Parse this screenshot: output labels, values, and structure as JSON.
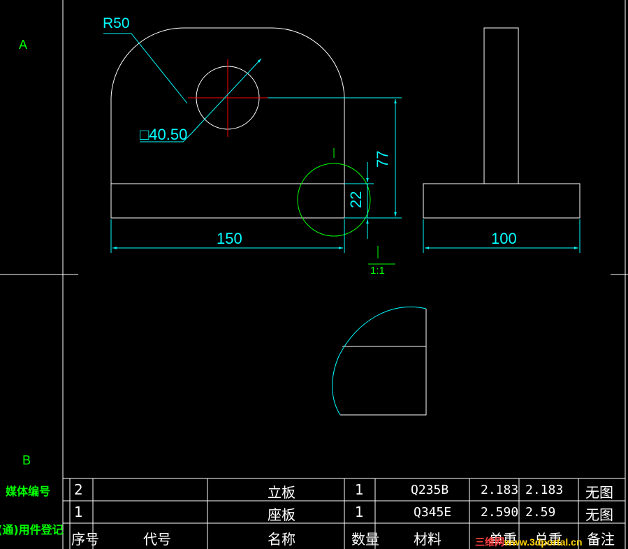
{
  "zones": {
    "a": "A",
    "b": "B"
  },
  "side_labels": {
    "media_no": "媒体编号",
    "register": "(通)用件登记"
  },
  "dims": {
    "radius": "R50",
    "hole": "□40.50",
    "height_77": "77",
    "height_22": "22",
    "width_150": "150",
    "width_100": "100",
    "scale_mark": "1:1"
  },
  "bom": {
    "headers": {
      "no": "序号",
      "code": "代号",
      "name": "名称",
      "qty": "数量",
      "material": "材料",
      "unit_wt": "单重",
      "total_wt": "总重",
      "remark": "备注"
    },
    "rows": [
      {
        "no": "2",
        "code": "",
        "name": "立板",
        "qty": "1",
        "material": "Q235B",
        "unit_wt": "2.183",
        "total_wt": "2.183",
        "remark": "无图"
      },
      {
        "no": "1",
        "code": "",
        "name": "座板",
        "qty": "1",
        "material": "Q345E",
        "unit_wt": "2.590",
        "total_wt": "2.59",
        "remark": "无图"
      }
    ]
  },
  "watermark": {
    "brand": "三维网",
    "url": "www.3dportal.cn"
  },
  "colors": {
    "outline": "#ffffff",
    "dimension": "#00ffff",
    "center": "#ff0000",
    "detail": "#00ff00",
    "label": "#00ff00"
  }
}
